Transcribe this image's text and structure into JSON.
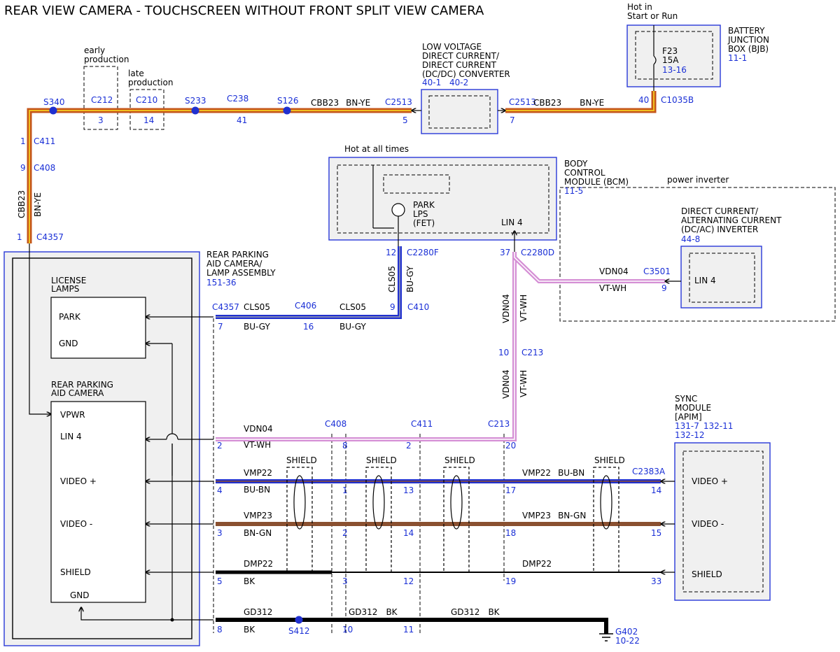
{
  "title": "REAR VIEW CAMERA - TOUCHSCREEN WITHOUT FRONT SPLIT VIEW CAMERA",
  "colors": {
    "bn_ye": "#c4551a",
    "bn_ye_stripe": "#f0c020",
    "bu_gy": "#2030d0",
    "bu_gy_stripe": "#9aa0b0",
    "vt_wh": "#d58fd5",
    "vt_wh_stripe": "#ffffff",
    "bu_bn": "#2030d0",
    "bn_gn": "#8a5030",
    "bk": "#000000",
    "ref_blue": "#1a2fd6"
  },
  "notes": {
    "early_production": "early\nproduction",
    "late_production": "late\nproduction",
    "hot_start_run": "Hot in\nStart or Run",
    "hot_all_times": "Hot at all times",
    "power_inverter": "power inverter"
  },
  "components": {
    "bjb": {
      "name": "BATTERY\nJUNCTION\nBOX (BJB)",
      "ref": "11-1",
      "fuse": "F23",
      "amps": "15A",
      "fuse_ref": "13-16"
    },
    "dcdc": {
      "name": "LOW VOLTAGE\nDIRECT CURRENT/\nDIRECT CURRENT\n(DC/DC) CONVERTER",
      "ref1": "40-1",
      "ref2": "40-2"
    },
    "bcm": {
      "name": "BODY\nCONTROL\nMODULE (BCM)",
      "ref": "11-5",
      "fet": "PARK\nLPS\n(FET)",
      "lin": "LIN 4"
    },
    "dcac": {
      "name": "DIRECT CURRENT/\nALTERNATING CURRENT\n(DC/AC) INVERTER",
      "ref": "44-8",
      "lin": "LIN 4"
    },
    "rear_assy": {
      "name": "REAR PARKING\nAID CAMERA/\nLAMP ASSEMBLY",
      "ref": "151-36"
    },
    "license_lamps": {
      "name": "LICENSE\nLAMPS",
      "park": "PARK",
      "gnd": "GND"
    },
    "camera": {
      "name": "REAR PARKING\nAID CAMERA",
      "vpwr": "VPWR",
      "lin": "LIN 4",
      "video_p": "VIDEO +",
      "video_m": "VIDEO -",
      "shield": "SHIELD",
      "gnd": "GND"
    },
    "sync": {
      "name": "SYNC\nMODULE\n[APIM]",
      "ref1": "131-7",
      "ref2": "132-11",
      "ref3": "132-12",
      "video_p": "VIDEO +",
      "video_m": "VIDEO -",
      "shield": "SHIELD"
    }
  },
  "connectors": {
    "s340": "S340",
    "c212": "C212",
    "c212_pin": "3",
    "c210": "C210",
    "c210_pin": "14",
    "s233": "S233",
    "c238": "C238",
    "c238_pin": "41",
    "s126": "S126",
    "c2513_a": "C2513",
    "c2513_a_pin": "5",
    "c2513_b": "C2513",
    "c2513_b_pin": "7",
    "c1035b": "C1035B",
    "c1035b_pin": "40",
    "c411_top": "C411",
    "c411_top_pin": "1",
    "c408_top": "C408",
    "c408_top_pin": "9",
    "c4357_top": "C4357",
    "c4357_top_pin": "1",
    "c2280f": "C2280F",
    "c2280f_pin": "12",
    "c410": "C410",
    "c410_pin": "9",
    "c406": "C406",
    "c406_pin": "16",
    "c4357_park": "C4357",
    "c4357_park_pin": "7",
    "c2280d": "C2280D",
    "c2280d_pin": "37",
    "c3501": "C3501",
    "c3501_pin": "9",
    "c213_top": "C213",
    "c213_top_pin": "10",
    "c408": "C408",
    "c411": "C411",
    "c213": "C213",
    "c2383a": "C2383A",
    "s412": "S412",
    "g402": "G402",
    "g402_ref": "10-22"
  },
  "pins": {
    "lin_a": "2",
    "lin_b": "8",
    "lin_c": "2",
    "lin_d": "20",
    "vp_a": "4",
    "vp_b": "1",
    "vp_c": "13",
    "vp_d": "17",
    "vp_e": "14",
    "vm_a": "3",
    "vm_b": "2",
    "vm_c": "14",
    "vm_d": "18",
    "vm_e": "15",
    "sh_a": "5",
    "sh_b": "3",
    "sh_c": "12",
    "sh_d": "19",
    "sh_e": "33",
    "gd_a": "8",
    "gd_b": "10",
    "gd_c": "11"
  },
  "circuits": {
    "cbb23": "CBB23",
    "bn_ye": "BN-YE",
    "cls05": "CLS05",
    "bu_gy": "BU-GY",
    "vdn04": "VDN04",
    "vt_wh": "VT-WH",
    "vmp22": "VMP22",
    "bu_bn": "BU-BN",
    "vmp23": "VMP23",
    "bn_gn": "BN-GN",
    "dmp22": "DMP22",
    "bk": "BK",
    "gd312": "GD312",
    "shield": "SHIELD"
  }
}
